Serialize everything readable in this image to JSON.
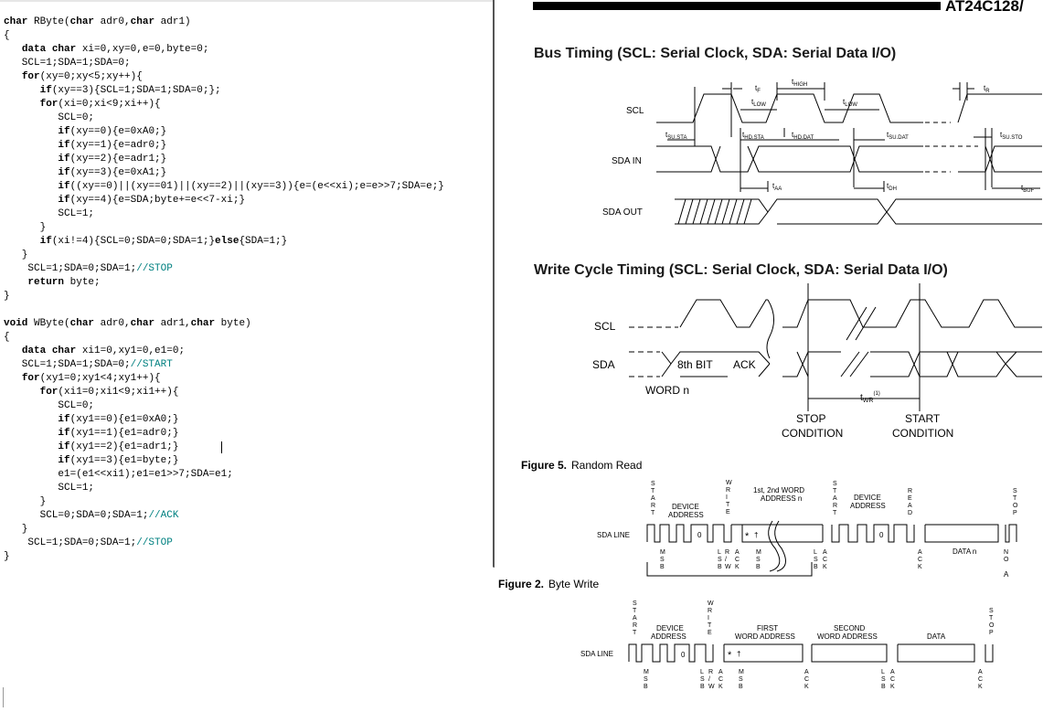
{
  "editor": {
    "lines": [
      [
        [
          "kw",
          "char"
        ],
        [
          "t",
          " RByte("
        ],
        [
          "kw",
          "char"
        ],
        [
          "t",
          " adr0,"
        ],
        [
          "kw",
          "char"
        ],
        [
          "t",
          " adr1)"
        ]
      ],
      [
        [
          "t",
          "{"
        ]
      ],
      [
        [
          "t",
          "   "
        ],
        [
          "kw",
          "data char"
        ],
        [
          "t",
          " xi=0,xy=0,e=0,byte=0;"
        ]
      ],
      [
        [
          "t",
          "   SCL=1;SDA=1;SDA=0;"
        ]
      ],
      [
        [
          "t",
          "   "
        ],
        [
          "kw",
          "for"
        ],
        [
          "t",
          "(xy=0;xy<5;xy++){"
        ]
      ],
      [
        [
          "t",
          "      "
        ],
        [
          "kw",
          "if"
        ],
        [
          "t",
          "(xy==3){SCL=1;SDA=1;SDA=0;};"
        ]
      ],
      [
        [
          "t",
          "      "
        ],
        [
          "kw",
          "for"
        ],
        [
          "t",
          "(xi=0;xi<9;xi++){"
        ]
      ],
      [
        [
          "t",
          "         SCL=0;"
        ]
      ],
      [
        [
          "t",
          "         "
        ],
        [
          "kw",
          "if"
        ],
        [
          "t",
          "(xy==0){e=0xA0;}"
        ]
      ],
      [
        [
          "t",
          "         "
        ],
        [
          "kw",
          "if"
        ],
        [
          "t",
          "(xy==1){e=adr0;}"
        ]
      ],
      [
        [
          "t",
          "         "
        ],
        [
          "kw",
          "if"
        ],
        [
          "t",
          "(xy==2){e=adr1;}"
        ]
      ],
      [
        [
          "t",
          "         "
        ],
        [
          "kw",
          "if"
        ],
        [
          "t",
          "(xy==3){e=0xA1;}"
        ]
      ],
      [
        [
          "t",
          "         "
        ],
        [
          "kw",
          "if"
        ],
        [
          "t",
          "((xy==0)||(xy==01)||(xy==2)||(xy==3)){e=(e<<xi);e=e>>7;SDA=e;}"
        ]
      ],
      [
        [
          "t",
          "         "
        ],
        [
          "kw",
          "if"
        ],
        [
          "t",
          "(xy==4){e=SDA;byte+=e<<7-xi;}"
        ]
      ],
      [
        [
          "t",
          "         SCL=1;"
        ]
      ],
      [
        [
          "t",
          "      }"
        ]
      ],
      [
        [
          "t",
          "      "
        ],
        [
          "kw",
          "if"
        ],
        [
          "t",
          "(xi!=4){SCL=0;SDA=0;SDA=1;}"
        ],
        [
          "kw",
          "else"
        ],
        [
          "t",
          "{SDA=1;}"
        ]
      ],
      [
        [
          "t",
          "   }"
        ]
      ],
      [
        [
          "t",
          "    SCL=1;SDA=0;SDA=1;"
        ],
        [
          "cm",
          "//STOP"
        ]
      ],
      [
        [
          "t",
          "    "
        ],
        [
          "kw",
          "return"
        ],
        [
          "t",
          " byte;"
        ]
      ],
      [
        [
          "t",
          "}"
        ]
      ],
      [
        [
          "t",
          ""
        ]
      ],
      [
        [
          "kw",
          "void"
        ],
        [
          "t",
          " WByte("
        ],
        [
          "kw",
          "char"
        ],
        [
          "t",
          " adr0,"
        ],
        [
          "kw",
          "char"
        ],
        [
          "t",
          " adr1,"
        ],
        [
          "kw",
          "char"
        ],
        [
          "t",
          " byte)"
        ]
      ],
      [
        [
          "t",
          "{"
        ]
      ],
      [
        [
          "t",
          "   "
        ],
        [
          "kw",
          "data char"
        ],
        [
          "t",
          " xi1=0,xy1=0,e1=0;"
        ]
      ],
      [
        [
          "t",
          "   SCL=1;SDA=1;SDA=0;"
        ],
        [
          "cm",
          "//START"
        ]
      ],
      [
        [
          "t",
          "   "
        ],
        [
          "kw",
          "for"
        ],
        [
          "t",
          "(xy1=0;xy1<4;xy1++){"
        ]
      ],
      [
        [
          "t",
          "      "
        ],
        [
          "kw",
          "for"
        ],
        [
          "t",
          "(xi1=0;xi1<9;xi1++){"
        ]
      ],
      [
        [
          "t",
          "         SCL=0;"
        ]
      ],
      [
        [
          "t",
          "         "
        ],
        [
          "kw",
          "if"
        ],
        [
          "t",
          "(xy1==0){e1=0xA0;}"
        ]
      ],
      [
        [
          "t",
          "         "
        ],
        [
          "kw",
          "if"
        ],
        [
          "t",
          "(xy1==1){e1=adr0;}"
        ]
      ],
      [
        [
          "t",
          "         "
        ],
        [
          "kw",
          "if"
        ],
        [
          "t",
          "(xy1==2){e1=adr1;}"
        ]
      ],
      [
        [
          "t",
          "         "
        ],
        [
          "kw",
          "if"
        ],
        [
          "t",
          "(xy1==3){e1=byte;}"
        ]
      ],
      [
        [
          "t",
          "         e1=(e1<<xi1);e1=e1>>7;SDA=e1;"
        ]
      ],
      [
        [
          "t",
          "         SCL=1;"
        ]
      ],
      [
        [
          "t",
          "      }"
        ]
      ],
      [
        [
          "t",
          "      SCL=0;SDA=0;SDA=1;"
        ],
        [
          "cm",
          "//ACK"
        ]
      ],
      [
        [
          "t",
          "   }"
        ]
      ],
      [
        [
          "t",
          "    SCL=1;SDA=0;SDA=1;"
        ],
        [
          "cm",
          "//STOP"
        ]
      ],
      [
        [
          "t",
          "}"
        ]
      ]
    ]
  },
  "datasheet": {
    "part_number": "AT24C128/",
    "bus_timing_title": "Bus Timing (SCL: Serial Clock, SDA: Serial Data I/O)",
    "write_cycle_title": "Write Cycle Timing (SCL: Serial Clock, SDA: Serial Data I/O)",
    "signal_scl": "SCL",
    "signal_sda_in": "SDA IN",
    "signal_sda_out": "SDA OUT",
    "signal_sda": "SDA",
    "label_8th_bit": "8th BIT",
    "label_ack": "ACK",
    "label_word_n": "WORD n",
    "label_twr": "t",
    "label_twr_sub": "WR",
    "label_twr_sup": "(1)",
    "stop_condition": [
      "STOP",
      "CONDITION"
    ],
    "start_condition": [
      "START",
      "CONDITION"
    ],
    "timing_labels": {
      "tF": "t",
      "tF_sub": "F",
      "tHIGH": "t",
      "tHIGH_sub": "HIGH",
      "tR": "t",
      "tR_sub": "R",
      "tLOW": "t",
      "tLOW_sub": "LOW",
      "tSUSTA": "t",
      "tSUSTA_sub": "SU.STA",
      "tHDSTA": "t",
      "tHDSTA_sub": "HD.STA",
      "tHDDAT": "t",
      "tHDDAT_sub": "HD.DAT",
      "tSUDAT": "t",
      "tSUDAT_sub": "SU.DAT",
      "tSUSTO": "t",
      "tSUSTO_sub": "SU.STO",
      "tAA": "t",
      "tAA_sub": "AA",
      "tDH": "t",
      "tDH_sub": "DH",
      "tBUF": "t",
      "tBUF_sub": "BUF"
    },
    "figure5_label": "Figure 5.",
    "figure5_title": "Random Read",
    "figure2_label": "Figure 2.",
    "figure2_title": "Byte Write",
    "rr": {
      "start": "START",
      "write": "WRITE",
      "start2": "START",
      "read": "READ",
      "stop": "STOP",
      "device_address": [
        "DEVICE",
        "ADDRESS"
      ],
      "word_address": [
        "1st, 2nd WORD",
        "ADDRESS n"
      ],
      "device_address2": [
        "DEVICE",
        "ADDRESS"
      ],
      "sda_line": "SDA LINE",
      "msb": "MSB",
      "lsb": "LSB",
      "rw": "R/W",
      "ack": "ACK",
      "msb2": "MSB",
      "lsb2": "LSB",
      "ack2": "ACK",
      "ack3": "ACK",
      "data_n": "DATA n",
      "no_ack": "NO",
      "no_ack2": "A",
      "zero": "0",
      "star": "*",
      "dagger": "†"
    },
    "bw": {
      "start": "START",
      "write": "WRITE",
      "stop": "STOP",
      "device_address": [
        "DEVICE",
        "ADDRESS"
      ],
      "first_word": [
        "FIRST",
        "WORD ADDRESS"
      ],
      "second_word": [
        "SECOND",
        "WORD ADDRESS"
      ],
      "data": "DATA",
      "sda_line": "SDA LINE",
      "msb": "MSB",
      "lsb": "LSB",
      "rw": "R/W",
      "ack": "ACK",
      "msb2": "MSB",
      "ack2": "ACK",
      "lsb2": "LSB",
      "ack3": "ACK",
      "ack4": "ACK",
      "zero": "0",
      "star": "*",
      "dagger": "†"
    }
  }
}
